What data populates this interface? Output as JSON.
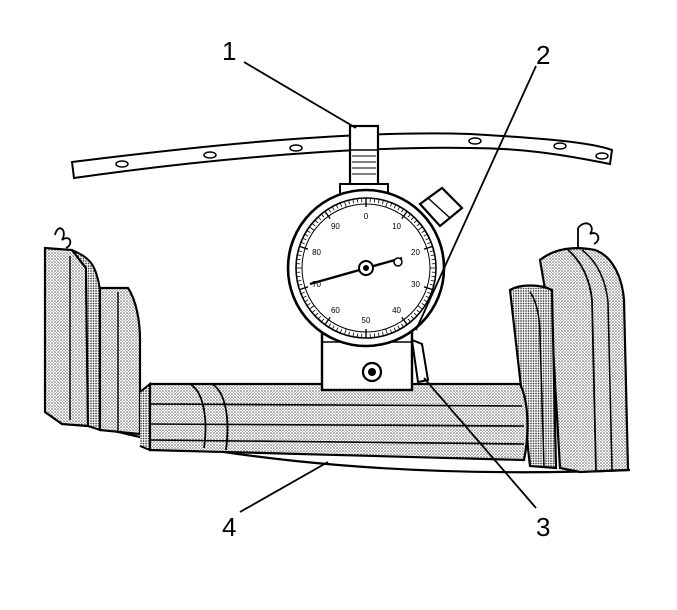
{
  "callouts": [
    {
      "id": "1",
      "label": "1"
    },
    {
      "id": "2",
      "label": "2"
    },
    {
      "id": "3",
      "label": "3"
    },
    {
      "id": "4",
      "label": "4"
    }
  ],
  "dial": {
    "scale_numbers": [
      "0",
      "10",
      "20",
      "30",
      "40",
      "50",
      "60",
      "70",
      "80",
      "90"
    ]
  },
  "colors": {
    "ink": "#000000",
    "paper": "#ffffff",
    "shade": "#c8c8c8"
  }
}
